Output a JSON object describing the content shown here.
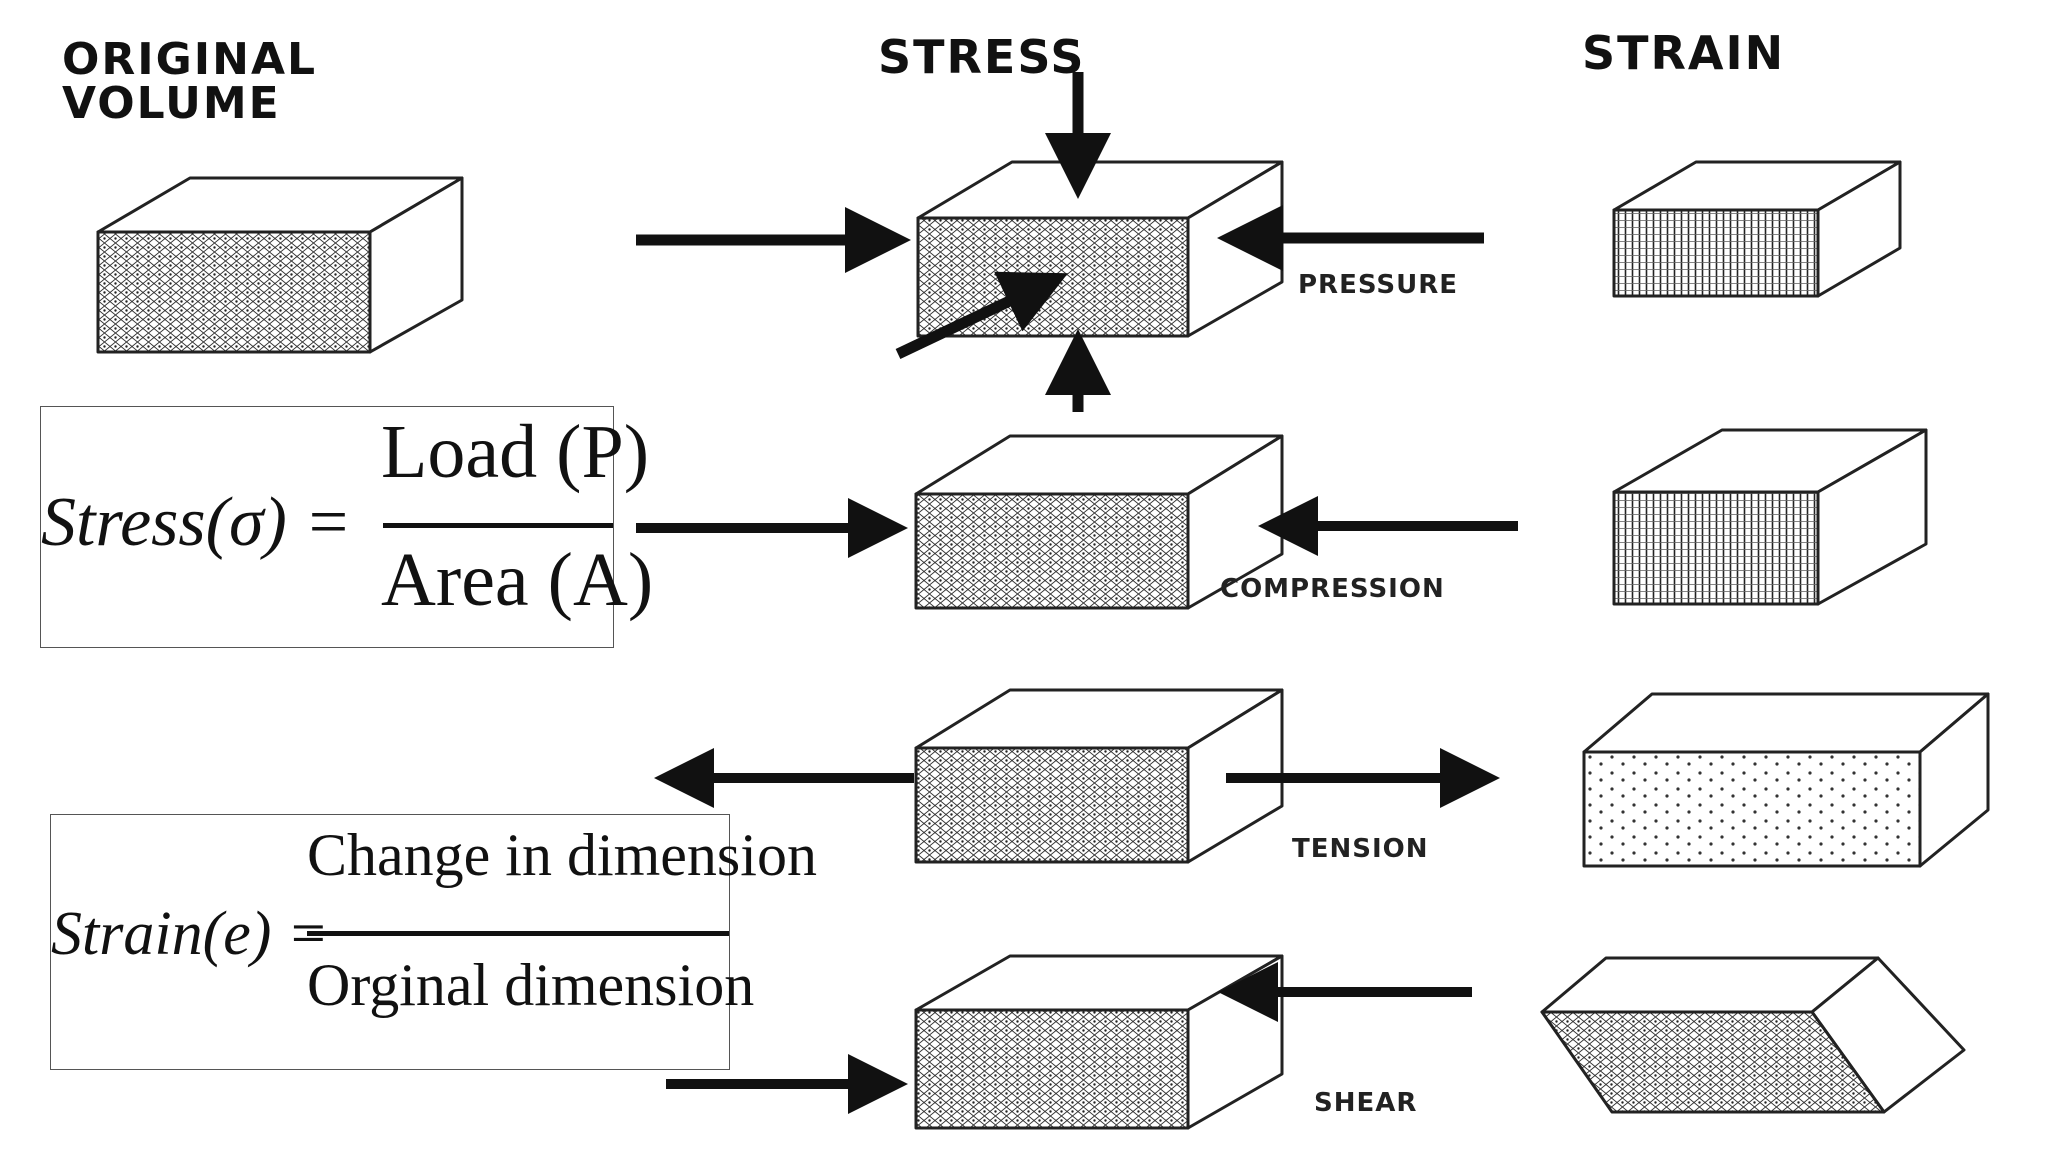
{
  "headers": {
    "original_line1": "ORIGINAL",
    "original_line2": "VOLUME",
    "stress": "STRESS",
    "strain": "STRAIN"
  },
  "cases": {
    "pressure": "PRESSURE",
    "compression": "COMPRESSION",
    "tension": "TENSION",
    "shear": "SHEAR"
  },
  "formulas": {
    "stress": {
      "lhs": "Stress(σ) =",
      "numerator": "Load (P)",
      "denominator": "Area (A)"
    },
    "strain": {
      "lhs": "Strain(e) =",
      "numerator": "Change in dimension",
      "denominator": "Orginal dimension"
    }
  },
  "colors": {
    "ink": "#111111",
    "line": "#222222",
    "paper": "#ffffff"
  }
}
